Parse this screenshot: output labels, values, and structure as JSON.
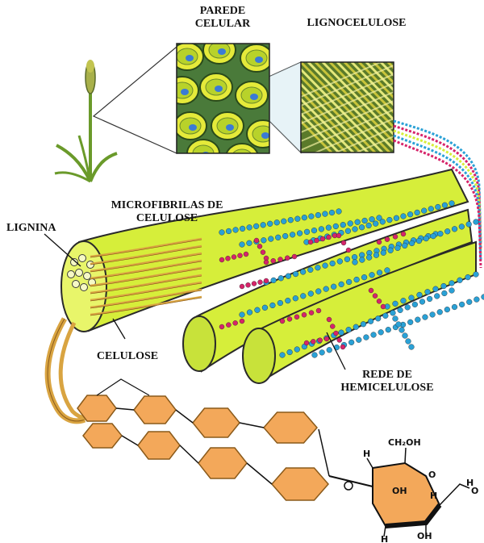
{
  "labels": {
    "parede_celular": [
      "PAREDE",
      "CELULAR"
    ],
    "lignocelulose": "LIGNOCELULOSE",
    "microfibrilas": [
      "MICROFIBRILAS DE",
      "CELULOSE"
    ],
    "lignina": "LIGNINA",
    "celulose": "CELULOSE",
    "hemicelulose": [
      "REDE DE",
      "HEMICELULOSE"
    ]
  },
  "glucose_ring": {
    "substituent_top": "CH₂OH",
    "ring_oxygen": "O",
    "left_h": "H",
    "right_h": "H",
    "ring_oh_left": "OH",
    "ring_h": "H",
    "bottom_h": "H",
    "bottom_oh": "OH",
    "right_o": "O"
  },
  "colors": {
    "fibril": "#d6ee3a",
    "fibril_outline": "#2a2a2a",
    "cellulose_strand": "#d9a441",
    "microfibril_beads": "#2aa1d6",
    "hemicellulose_beads": "#d6246a",
    "hexagon": "#f3a85a",
    "cell_wall_bg": "#4a7a3a",
    "cell_wall_cell": "#e5ea3a",
    "cell_nucleus": "#3a7bd5"
  }
}
